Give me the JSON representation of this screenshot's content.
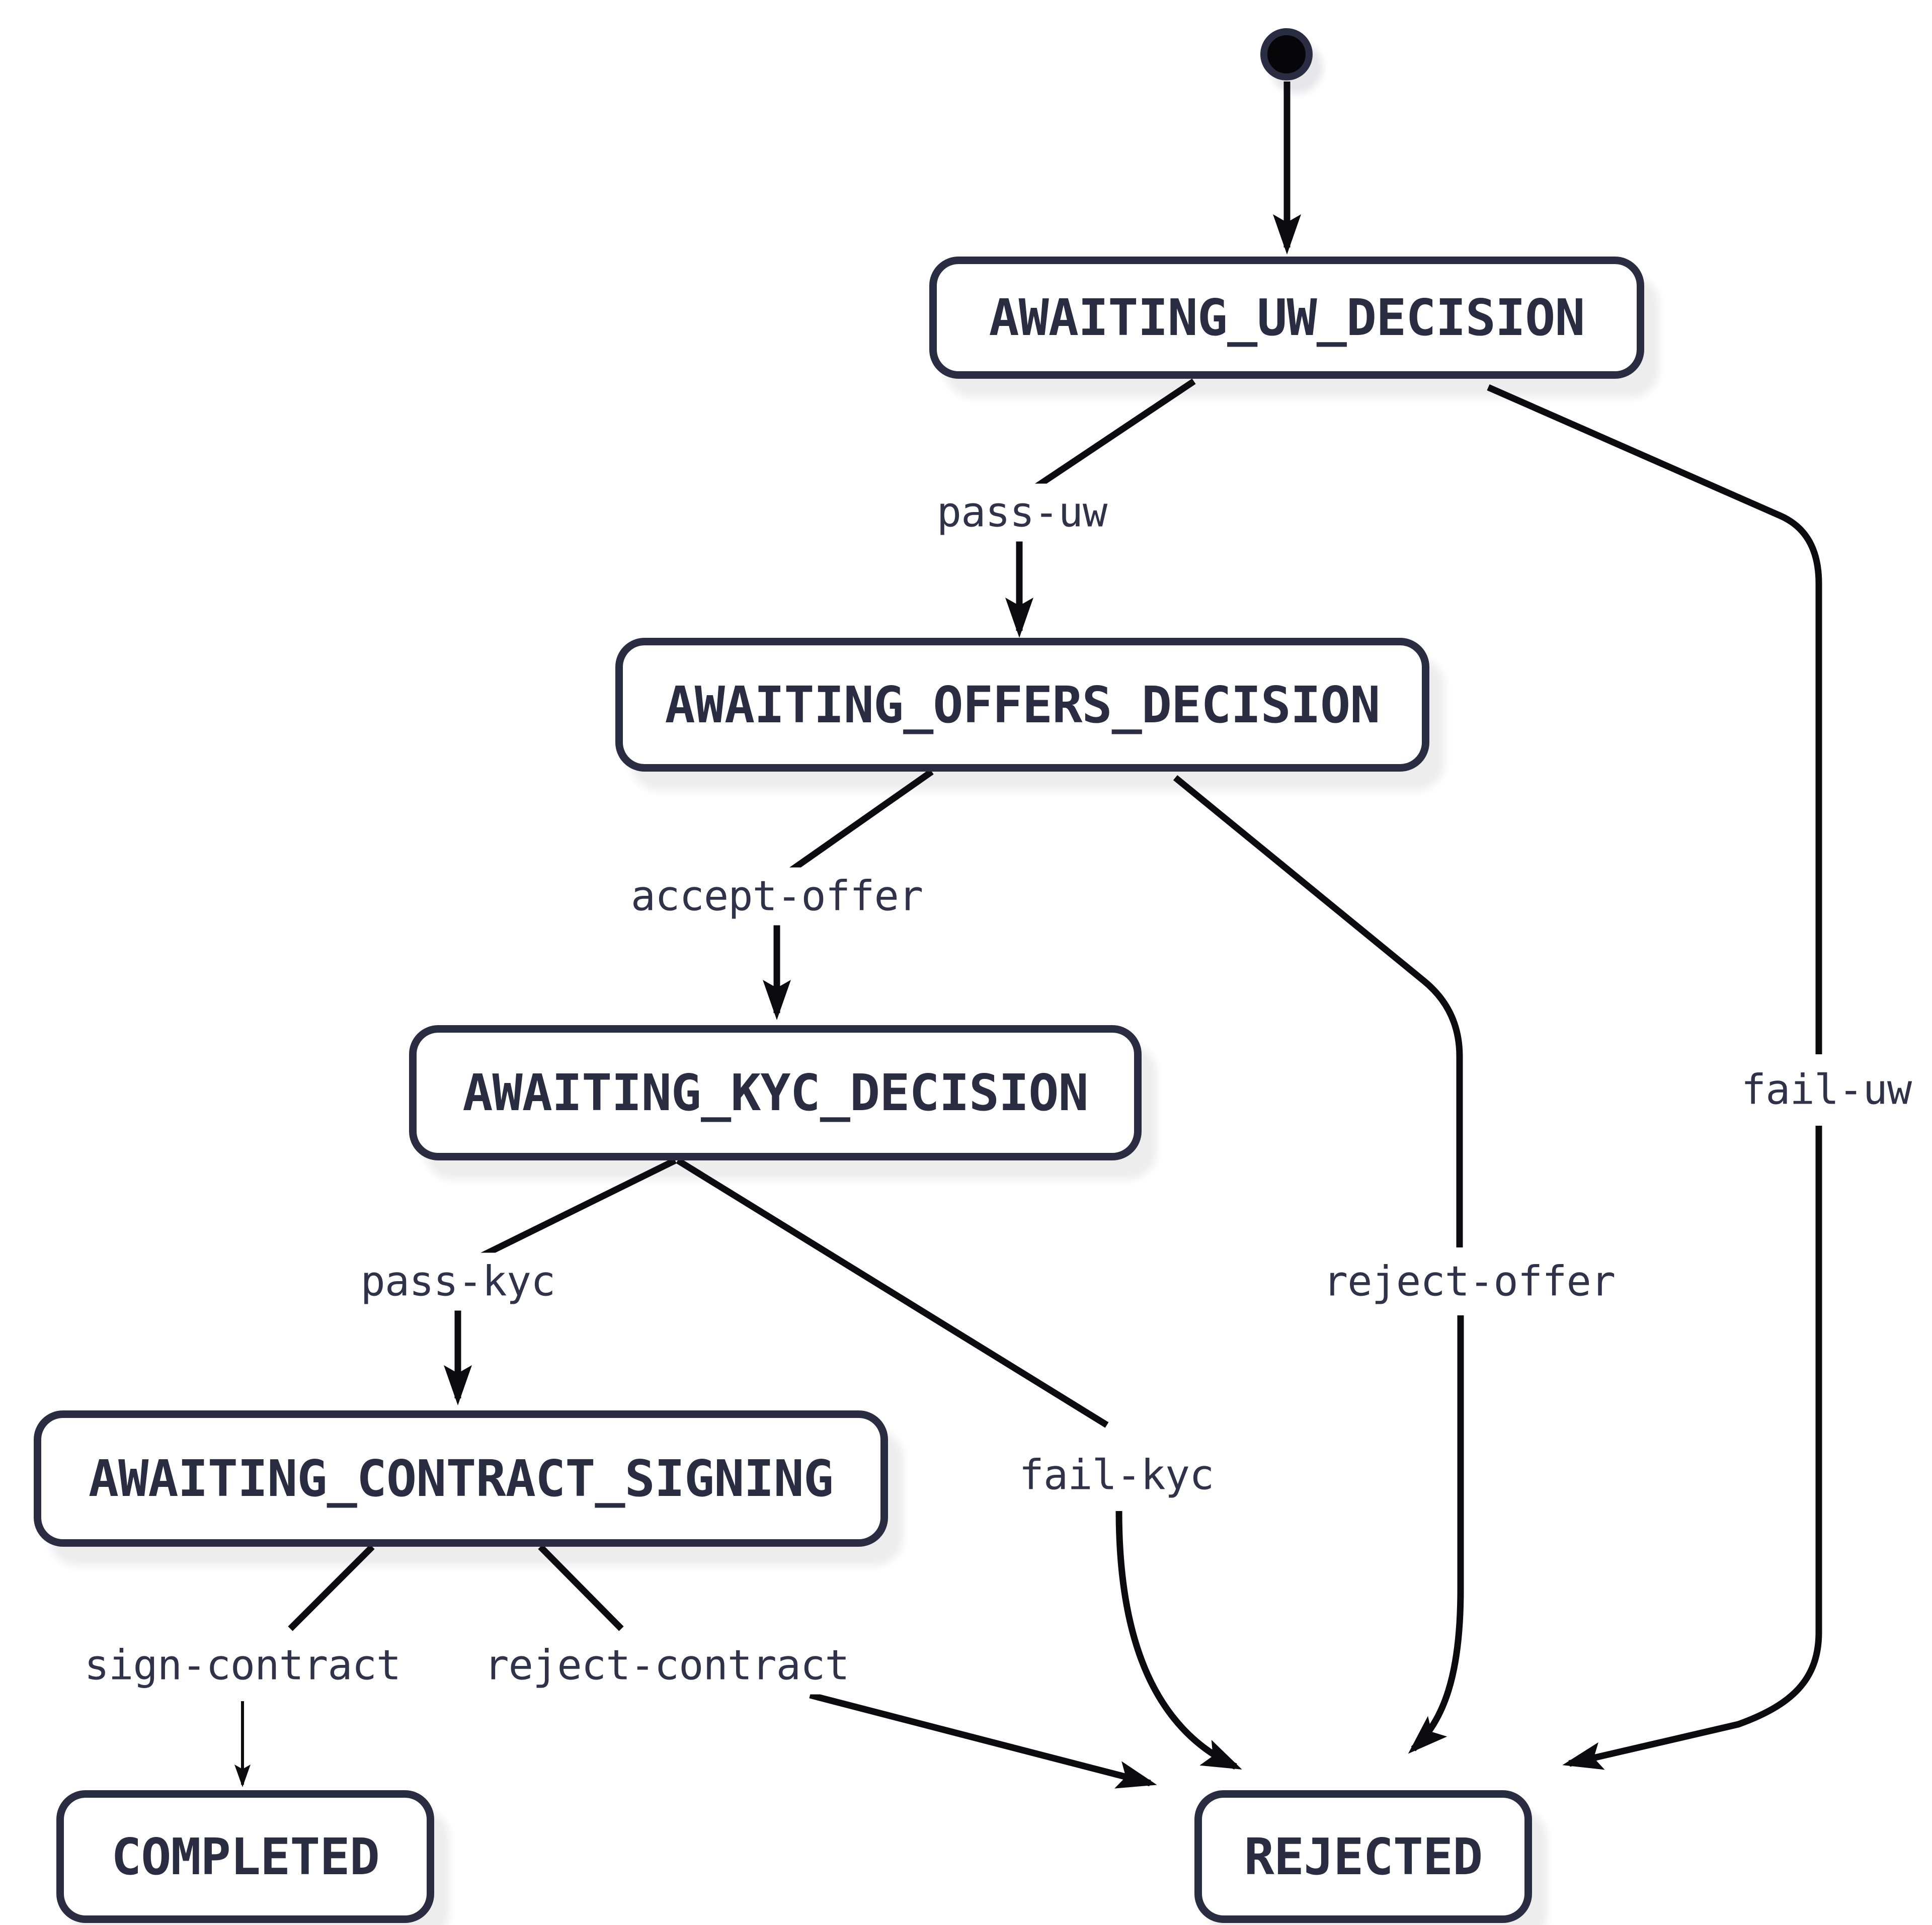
{
  "diagram": {
    "type": "state-machine",
    "background_color": "#ffffff",
    "colors": {
      "node_border": "#2a2c41",
      "node_fill": "#ffffff",
      "node_text": "#2a2c41",
      "edge_line": "#0b0b10",
      "edge_label_text": "#30324a",
      "shadow": "rgba(20,20,35,0.08)",
      "initial_dot_fill": "#060609"
    },
    "nodes": {
      "start": {
        "kind": "initial-state",
        "label": ""
      },
      "uw": {
        "label": "AWAITING_UW_DECISION"
      },
      "offers": {
        "label": "AWAITING_OFFERS_DECISION"
      },
      "kyc": {
        "label": "AWAITING_KYC_DECISION"
      },
      "contract": {
        "label": "AWAITING_CONTRACT_SIGNING"
      },
      "completed": {
        "label": "COMPLETED"
      },
      "rejected": {
        "label": "REJECTED"
      }
    },
    "edges": {
      "start_uw": {
        "from": "start",
        "to": "AWAITING_UW_DECISION",
        "label": ""
      },
      "pass_uw": {
        "from": "AWAITING_UW_DECISION",
        "to": "AWAITING_OFFERS_DECISION",
        "label": "pass-uw"
      },
      "fail_uw": {
        "from": "AWAITING_UW_DECISION",
        "to": "REJECTED",
        "label": "fail-uw"
      },
      "accept_offer": {
        "from": "AWAITING_OFFERS_DECISION",
        "to": "AWAITING_KYC_DECISION",
        "label": "accept-offer"
      },
      "reject_offer": {
        "from": "AWAITING_OFFERS_DECISION",
        "to": "REJECTED",
        "label": "reject-offer"
      },
      "pass_kyc": {
        "from": "AWAITING_KYC_DECISION",
        "to": "AWAITING_CONTRACT_SIGNING",
        "label": "pass-kyc"
      },
      "fail_kyc": {
        "from": "AWAITING_KYC_DECISION",
        "to": "REJECTED",
        "label": "fail-kyc"
      },
      "sign_contract": {
        "from": "AWAITING_CONTRACT_SIGNING",
        "to": "COMPLETED",
        "label": "sign-contract"
      },
      "reject_contract": {
        "from": "AWAITING_CONTRACT_SIGNING",
        "to": "REJECTED",
        "label": "reject-contract"
      }
    }
  }
}
